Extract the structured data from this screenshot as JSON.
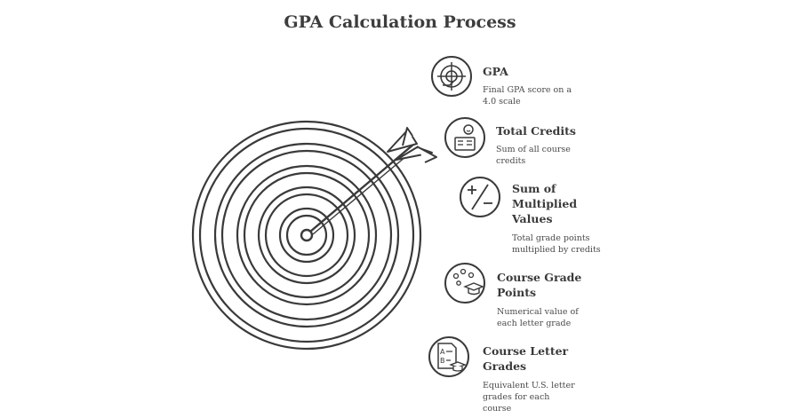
{
  "title": "GPA Calculation Process",
  "steps": [
    {
      "label": "GPA",
      "description": "Final GPA score on a 4.0 scale",
      "icon": "target-icon"
    },
    {
      "label": "Total Credits",
      "description": "Sum of all course credits",
      "icon": "credits-icon"
    },
    {
      "label": "Sum of Multiplied Values",
      "description": "Total grade points multiplied by credits",
      "icon": "plus-minus-icon"
    },
    {
      "label": "Course Grade Points",
      "description": "Numerical value of each letter grade",
      "icon": "grade-points-icon"
    },
    {
      "label": "Course Letter Grades",
      "description": "Equivalent U.S. letter grades for each course",
      "icon": "report-card-icon"
    }
  ]
}
